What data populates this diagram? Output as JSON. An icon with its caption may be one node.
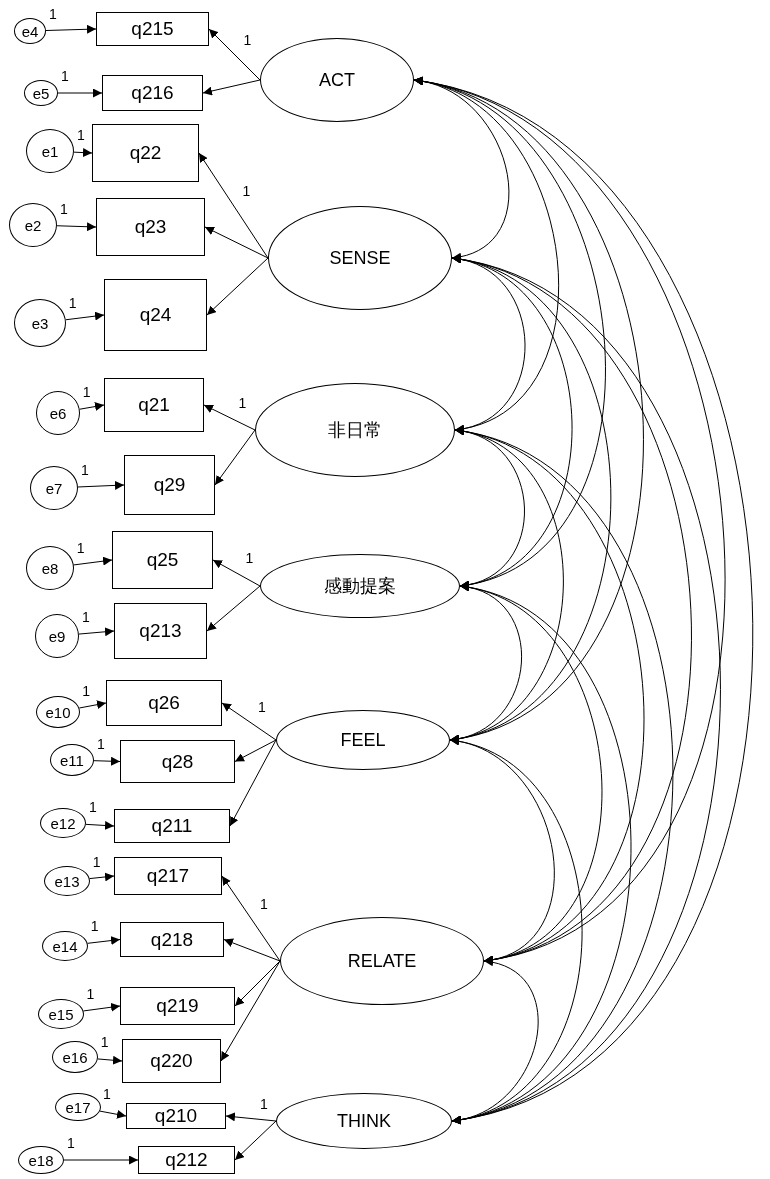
{
  "diagram": {
    "nodes": [
      {
        "text": [
          "ACT"
        ]
      },
      {
        "text": [
          "q215"
        ]
      },
      {
        "text": [
          "q216"
        ]
      },
      {
        "text": [
          "e4"
        ]
      },
      {
        "text": [
          "e5"
        ]
      },
      {
        "text": [
          "SENSE"
        ]
      },
      {
        "text": [
          "q22"
        ]
      },
      {
        "text": [
          "q23"
        ]
      },
      {
        "text": [
          "q24"
        ]
      },
      {
        "text": [
          "e1"
        ]
      },
      {
        "text": [
          "e2"
        ]
      },
      {
        "text": [
          "e3"
        ]
      },
      {
        "text": [
          "非日常"
        ]
      },
      {
        "text": [
          "q21"
        ]
      },
      {
        "text": [
          "q29"
        ]
      },
      {
        "text": [
          "e6"
        ]
      },
      {
        "text": [
          "e7"
        ]
      },
      {
        "text": [
          "感動提案"
        ]
      },
      {
        "text": [
          "q25"
        ]
      },
      {
        "text": [
          "q213"
        ]
      },
      {
        "text": [
          "e8"
        ]
      },
      {
        "text": [
          "e9"
        ]
      },
      {
        "text": [
          "FEEL"
        ]
      },
      {
        "text": [
          "q26"
        ]
      },
      {
        "text": [
          "q28"
        ]
      },
      {
        "text": [
          "q211"
        ]
      },
      {
        "text": [
          "e10"
        ]
      },
      {
        "text": [
          "e11"
        ]
      },
      {
        "text": [
          "e12"
        ]
      },
      {
        "text": [
          "RELATE"
        ]
      },
      {
        "text": [
          "q217"
        ]
      },
      {
        "text": [
          "q218"
        ]
      },
      {
        "text": [
          "q219"
        ]
      },
      {
        "text": [
          "q220"
        ]
      },
      {
        "text": [
          "e13"
        ]
      },
      {
        "text": [
          "e14"
        ]
      },
      {
        "text": [
          "e15"
        ]
      },
      {
        "text": [
          "e16"
        ]
      },
      {
        "text": [
          "THINK"
        ]
      },
      {
        "text": [
          "q210"
        ]
      },
      {
        "text": [
          "q212"
        ]
      },
      {
        "text": [
          "e17"
        ]
      },
      {
        "text": [
          "e18"
        ]
      }
    ],
    "edges": [
      {
        "from": 3,
        "to": 1,
        "arrow": "to",
        "label": "1"
      },
      {
        "from": 4,
        "to": 2,
        "arrow": "to",
        "label": "1"
      },
      {
        "from": 9,
        "to": 6,
        "arrow": "to",
        "label": "1"
      },
      {
        "from": 10,
        "to": 7,
        "arrow": "to",
        "label": "1"
      },
      {
        "from": 11,
        "to": 8,
        "arrow": "to",
        "label": "1"
      },
      {
        "from": 15,
        "to": 13,
        "arrow": "to",
        "label": "1"
      },
      {
        "from": 16,
        "to": 14,
        "arrow": "to",
        "label": "1"
      },
      {
        "from": 20,
        "to": 18,
        "arrow": "to",
        "label": "1"
      },
      {
        "from": 21,
        "to": 19,
        "arrow": "to",
        "label": "1"
      },
      {
        "from": 26,
        "to": 23,
        "arrow": "to",
        "label": "1"
      },
      {
        "from": 27,
        "to": 24,
        "arrow": "to",
        "label": "1"
      },
      {
        "from": 28,
        "to": 25,
        "arrow": "to",
        "label": "1"
      },
      {
        "from": 34,
        "to": 30,
        "arrow": "to",
        "label": "1"
      },
      {
        "from": 35,
        "to": 31,
        "arrow": "to",
        "label": "1"
      },
      {
        "from": 36,
        "to": 32,
        "arrow": "to",
        "label": "1"
      },
      {
        "from": 37,
        "to": 33,
        "arrow": "to",
        "label": "1"
      },
      {
        "from": 41,
        "to": 39,
        "arrow": "to",
        "label": "1"
      },
      {
        "from": 42,
        "to": 40,
        "arrow": "to",
        "label": "1"
      },
      {
        "from": 0,
        "to": 1,
        "arrow": "to",
        "label": "1"
      },
      {
        "from": 0,
        "to": 2,
        "arrow": "to"
      },
      {
        "from": 5,
        "to": 6,
        "arrow": "to",
        "label": "1"
      },
      {
        "from": 5,
        "to": 7,
        "arrow": "to"
      },
      {
        "from": 5,
        "to": 8,
        "arrow": "to"
      },
      {
        "from": 12,
        "to": 13,
        "arrow": "to",
        "label": "1"
      },
      {
        "from": 12,
        "to": 14,
        "arrow": "to"
      },
      {
        "from": 17,
        "to": 18,
        "arrow": "to",
        "label": "1"
      },
      {
        "from": 17,
        "to": 19,
        "arrow": "to"
      },
      {
        "from": 22,
        "to": 23,
        "arrow": "to",
        "label": "1"
      },
      {
        "from": 22,
        "to": 24,
        "arrow": "to"
      },
      {
        "from": 22,
        "to": 25,
        "arrow": "to"
      },
      {
        "from": 29,
        "to": 30,
        "arrow": "to",
        "label": "1"
      },
      {
        "from": 29,
        "to": 31,
        "arrow": "to"
      },
      {
        "from": 29,
        "to": 32,
        "arrow": "to"
      },
      {
        "from": 29,
        "to": 33,
        "arrow": "to"
      },
      {
        "from": 38,
        "to": 39,
        "arrow": "to",
        "label": "1"
      },
      {
        "from": 38,
        "to": 40,
        "arrow": "to"
      },
      {
        "from": 0,
        "to": 5,
        "arrow": "both"
      },
      {
        "from": 0,
        "to": 12,
        "arrow": "both"
      },
      {
        "from": 0,
        "to": 17,
        "arrow": "both"
      },
      {
        "from": 0,
        "to": 22,
        "arrow": "both"
      },
      {
        "from": 0,
        "to": 29,
        "arrow": "both"
      },
      {
        "from": 0,
        "to": 38,
        "arrow": "both"
      },
      {
        "from": 5,
        "to": 12,
        "arrow": "both"
      },
      {
        "from": 5,
        "to": 17,
        "arrow": "both"
      },
      {
        "from": 5,
        "to": 22,
        "arrow": "both"
      },
      {
        "from": 5,
        "to": 29,
        "arrow": "both"
      },
      {
        "from": 5,
        "to": 38,
        "arrow": "both"
      },
      {
        "from": 12,
        "to": 17,
        "arrow": "both"
      },
      {
        "from": 12,
        "to": 22,
        "arrow": "both"
      },
      {
        "from": 12,
        "to": 29,
        "arrow": "both"
      },
      {
        "from": 12,
        "to": 38,
        "arrow": "both"
      },
      {
        "from": 17,
        "to": 22,
        "arrow": "both"
      },
      {
        "from": 17,
        "to": 29,
        "arrow": "both"
      },
      {
        "from": 17,
        "to": 38,
        "arrow": "both"
      },
      {
        "from": 22,
        "to": 29,
        "arrow": "both"
      },
      {
        "from": 22,
        "to": 38,
        "arrow": "both"
      },
      {
        "from": 29,
        "to": 38,
        "arrow": "both"
      }
    ]
  }
}
